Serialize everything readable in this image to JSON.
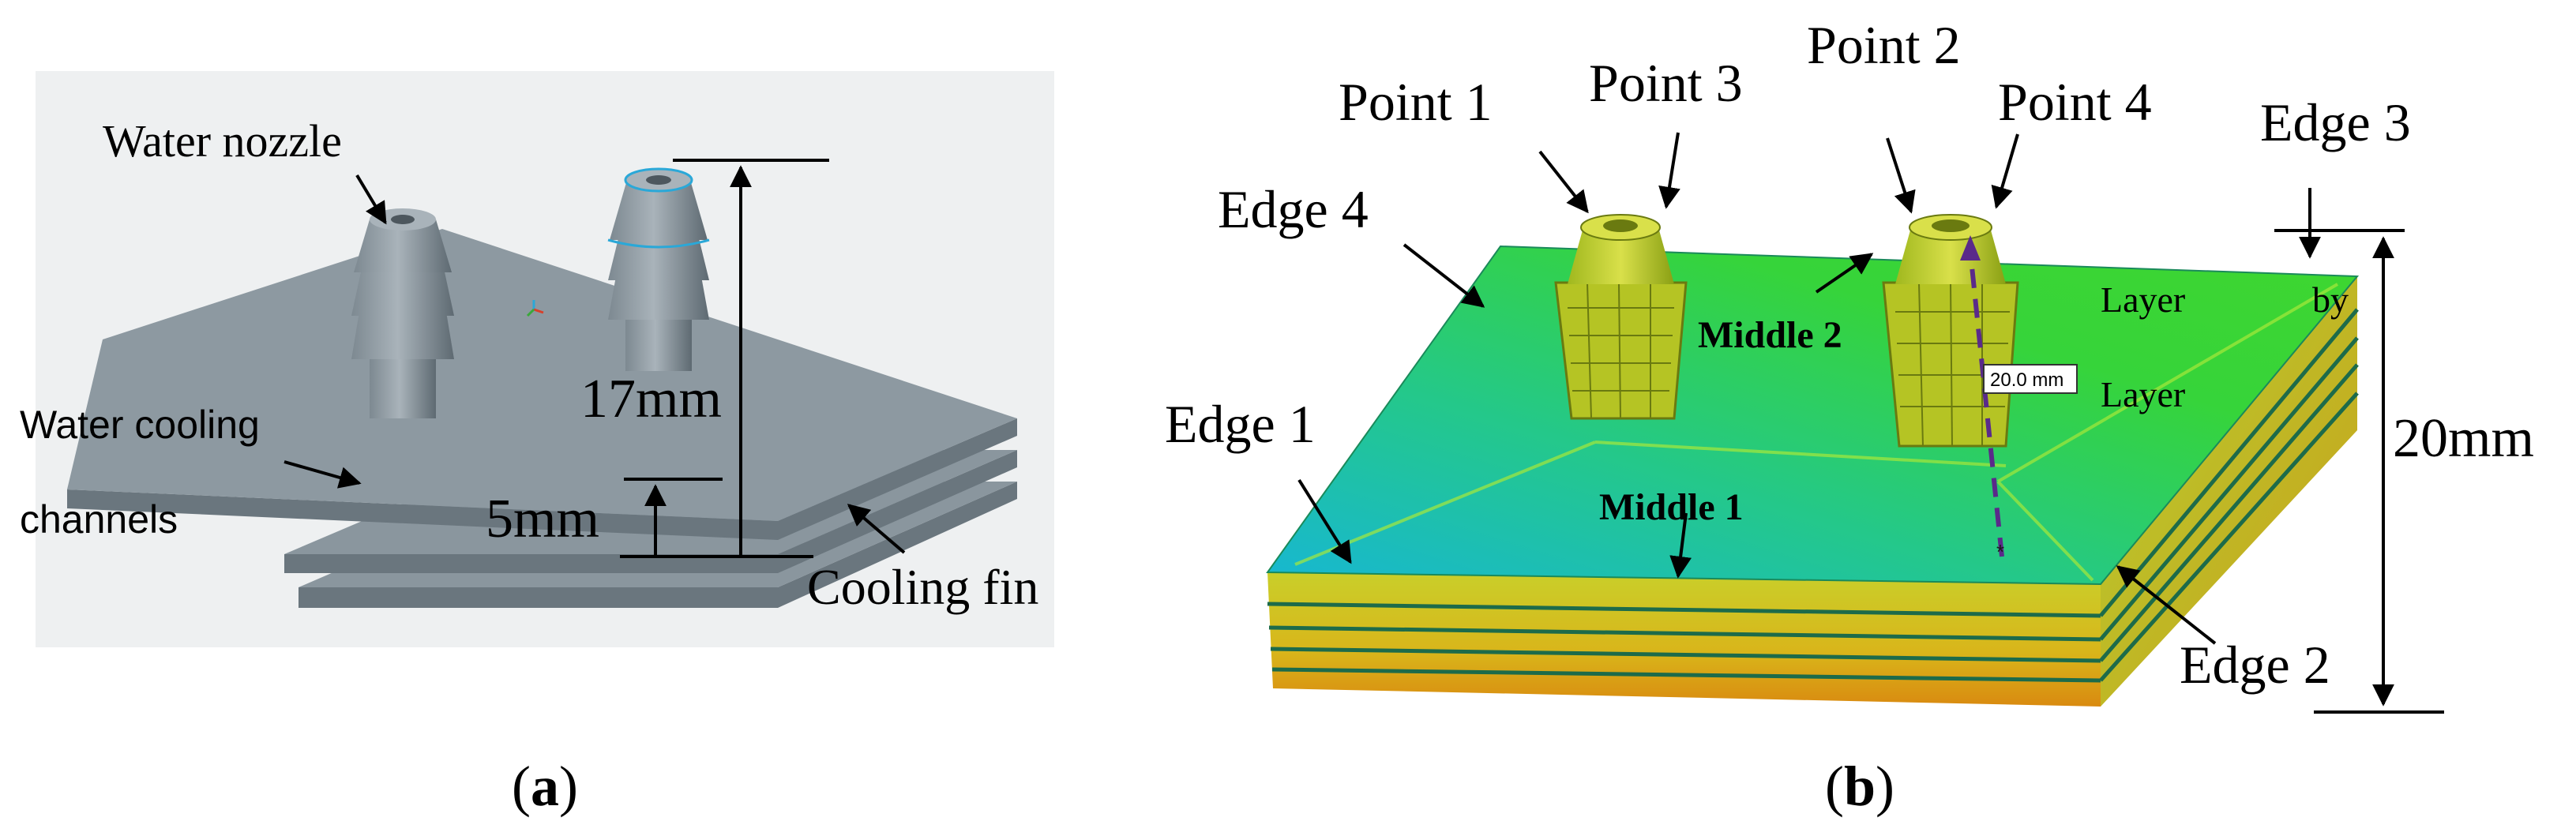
{
  "panel_a": {
    "caption_open": "(",
    "caption_letter": "a",
    "caption_close": ")",
    "labels": {
      "water_nozzle": "Water nozzle",
      "water_cooling_line1": "Water cooling",
      "water_cooling_line2": "channels",
      "dim_17": "17mm",
      "dim_5": "5mm",
      "cooling_fin": "Cooling fin"
    },
    "colors": {
      "background": "#eef0f1",
      "part": "#7d8991",
      "part_dark": "#5e6a72",
      "part_light": "#a9b3ba"
    }
  },
  "panel_b": {
    "caption_open": "(",
    "caption_letter": "b",
    "caption_close": ")",
    "labels": {
      "point1": "Point 1",
      "point2": "Point 2",
      "point3": "Point 3",
      "point4": "Point 4",
      "edge1": "Edge 1",
      "edge2": "Edge 2",
      "edge3": "Edge 3",
      "edge4": "Edge 4",
      "middle1": "Middle 1",
      "middle2": "Middle 2",
      "layer_by_word1": "Layer",
      "layer_by_word2": "by",
      "layer_word3": "Layer",
      "measure_tag": "20.0 mm",
      "dim_20": "20mm"
    },
    "colors": {
      "top_green": "#34d23a",
      "top_cyan": "#1fbfc2",
      "side_yellow": "#d6c41c",
      "side_orange": "#d98c12",
      "dashed": "#5a2a8a"
    }
  }
}
